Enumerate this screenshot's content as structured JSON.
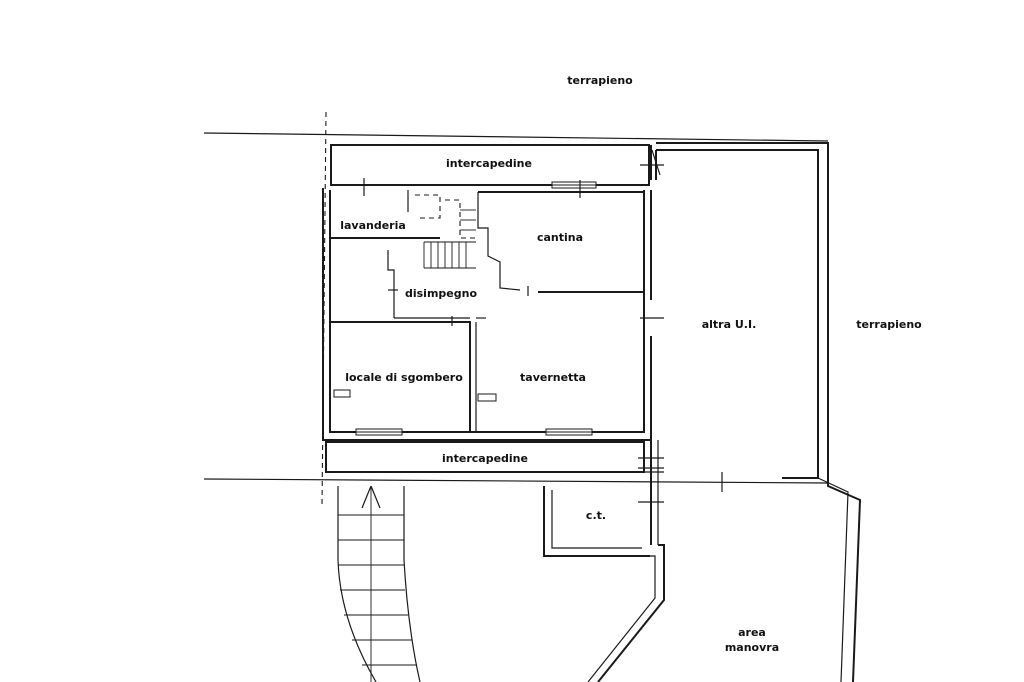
{
  "labels": {
    "terrapieno_top": "terrapieno",
    "terrapieno_right": "terrapieno",
    "intercapedine_top": "intercapedine",
    "intercapedine_bottom": "intercapedine",
    "lavanderia": "lavanderia",
    "cantina": "cantina",
    "disimpegno": "disimpegno",
    "altra_ui": "altra U.I.",
    "locale_sgombero": "locale di sgombero",
    "tavernetta": "tavernetta",
    "ct": "c.t.",
    "area_line1": "area",
    "area_line2": "manovra"
  },
  "colors": {
    "ink": "#1a1a1a",
    "background": "#ffffff"
  }
}
